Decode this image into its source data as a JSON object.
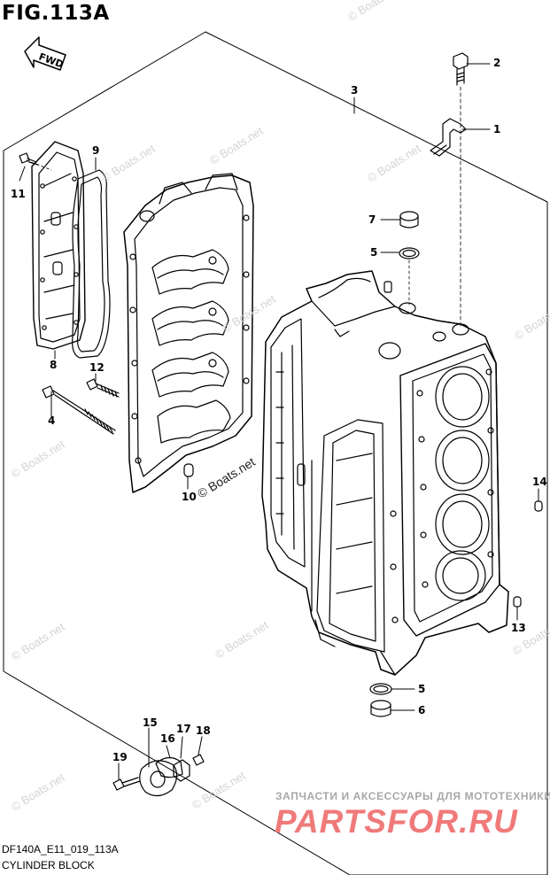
{
  "figure": {
    "title": "FIG.113A",
    "direction_label": "FWD",
    "code": "DF140A_E11_019_113A",
    "caption": "CYLINDER BLOCK"
  },
  "callouts": [
    {
      "id": "1",
      "label": "1"
    },
    {
      "id": "2",
      "label": "2"
    },
    {
      "id": "3",
      "label": "3"
    },
    {
      "id": "4",
      "label": "4"
    },
    {
      "id": "5a",
      "label": "5"
    },
    {
      "id": "5b",
      "label": "5"
    },
    {
      "id": "6",
      "label": "6"
    },
    {
      "id": "7",
      "label": "7"
    },
    {
      "id": "8",
      "label": "8"
    },
    {
      "id": "9",
      "label": "9"
    },
    {
      "id": "10",
      "label": "10"
    },
    {
      "id": "11",
      "label": "11"
    },
    {
      "id": "12",
      "label": "12"
    },
    {
      "id": "13",
      "label": "13"
    },
    {
      "id": "14",
      "label": "14"
    },
    {
      "id": "15",
      "label": "15"
    },
    {
      "id": "16",
      "label": "16"
    },
    {
      "id": "17",
      "label": "17"
    },
    {
      "id": "18",
      "label": "18"
    },
    {
      "id": "19",
      "label": "19"
    }
  ],
  "watermark": {
    "text": "© Boats.net"
  },
  "shop_banner": {
    "tagline": "ЗАПЧАСТИ И АКСЕССУАРЫ ДЛЯ МОТОТЕХНИКИ",
    "logo": "PARTSFOR.RU",
    "color": "#f07a7a"
  }
}
